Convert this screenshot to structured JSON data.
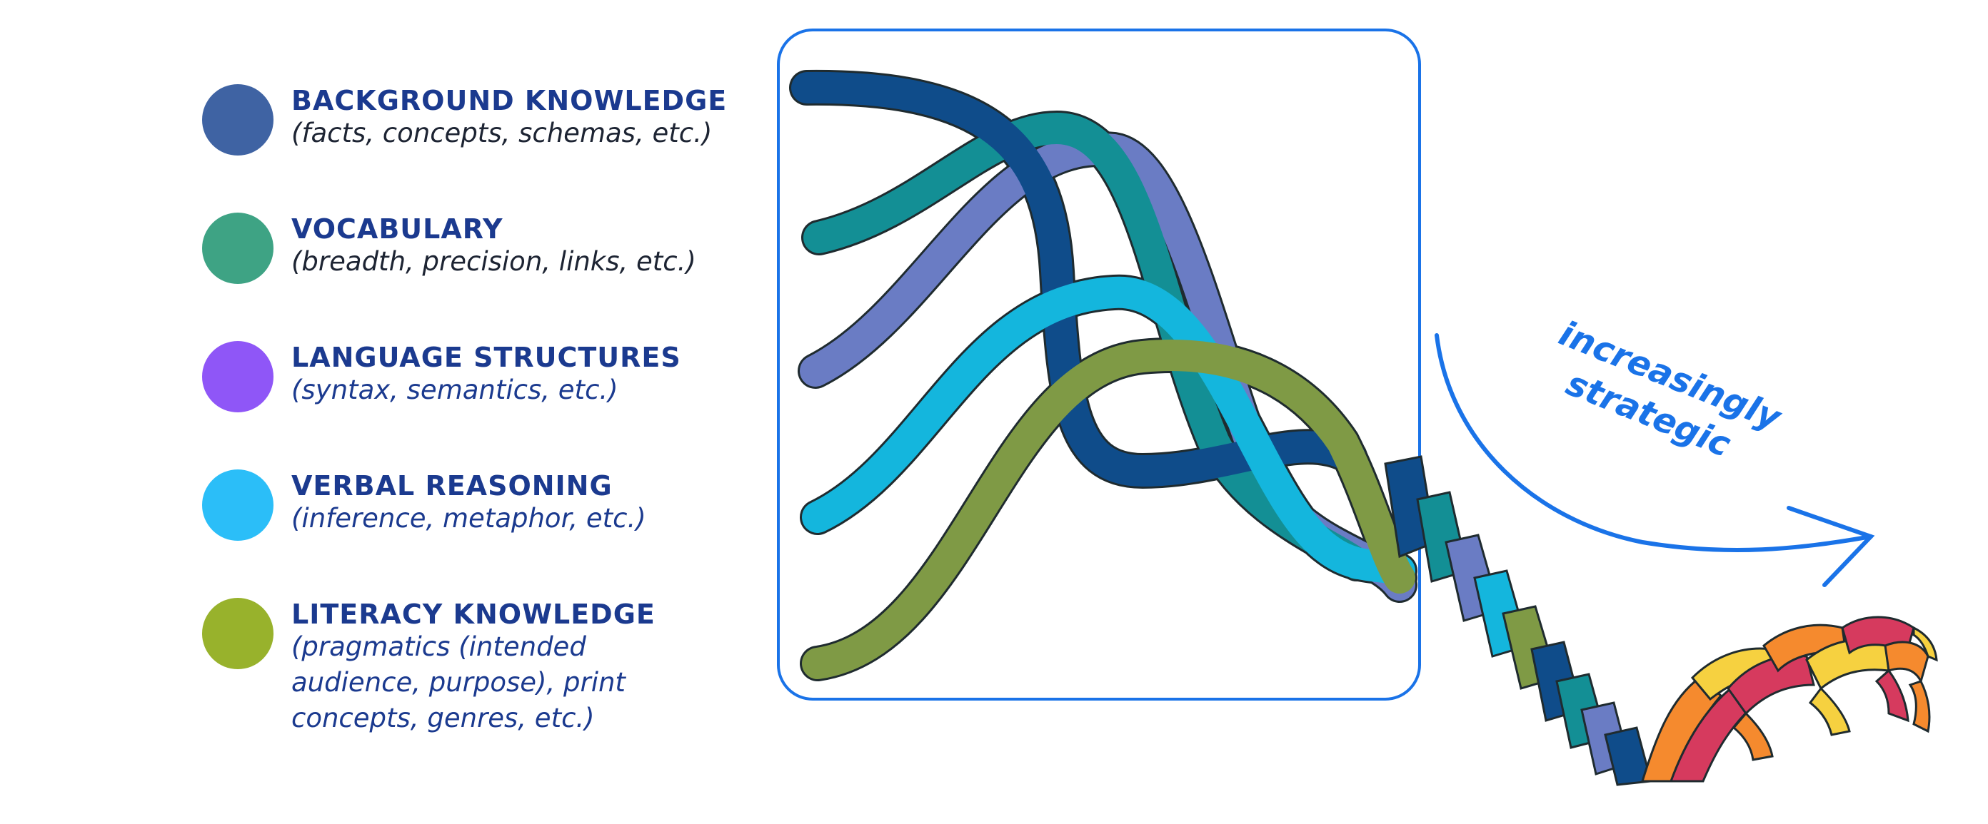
{
  "legend": {
    "items": [
      {
        "title": "BACKGROUND KNOWLEDGE",
        "subtitle": "(facts, concepts, schemas, etc.)",
        "color": "#3f63a3"
      },
      {
        "title": "VOCABULARY",
        "subtitle": "(breadth, precision, links, etc.)",
        "color": "#3ea384"
      },
      {
        "title": "LANGUAGE STRUCTURES",
        "subtitle": "(syntax, semantics, etc.)",
        "color": "#8f56f7"
      },
      {
        "title": "VERBAL REASONING",
        "subtitle": "(inference, metaphor, etc.)",
        "color": "#2bbef8"
      },
      {
        "title": "LITERACY KNOWLEDGE",
        "subtitle": "(pragmatics (intended\naudience, purpose), print\nconcepts, genres, etc.)",
        "color": "#98b22c"
      }
    ]
  },
  "annotation": {
    "line1": "increasingly",
    "line2": "strategic",
    "color": "#1a73e8"
  },
  "rope_colors": {
    "strand_background": "#0f4c8a",
    "strand_vocabulary": "#138f95",
    "strand_language": "#6a7cc4",
    "strand_reasoning": "#14b6dd",
    "strand_literacy": "#7f9a45",
    "braid_red": "#d63a5e",
    "braid_orange": "#f58a2e",
    "braid_yellow": "#f6d140",
    "frame": "#1a73e8"
  }
}
